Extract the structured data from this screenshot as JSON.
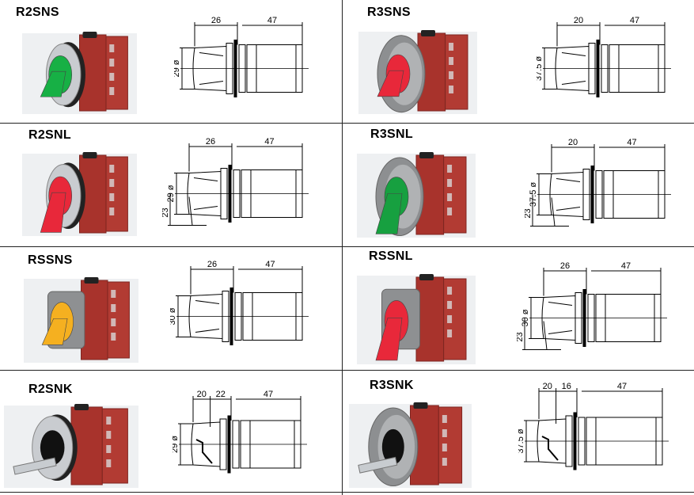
{
  "cells": [
    {
      "model": "R2SNS",
      "lever_color": "#17b045",
      "bezel": "chrome",
      "operator": "lever",
      "dims": {
        "a": "26",
        "b": "47",
        "diam": "29 ø"
      }
    },
    {
      "model": "R3SNS",
      "lever_color": "#e8283a",
      "bezel": "grey",
      "operator": "lever",
      "dims": {
        "a": "20",
        "b": "47",
        "diam": "37.5 ø"
      }
    },
    {
      "model": "R2SNL",
      "lever_color": "#e8283a",
      "bezel": "chrome",
      "operator": "long-lever",
      "dims": {
        "a": "26",
        "b": "47",
        "diam": "29 ø",
        "h": "23"
      }
    },
    {
      "model": "R3SNL",
      "lever_color": "#17a040",
      "bezel": "grey",
      "operator": "long-lever",
      "dims": {
        "a": "20",
        "b": "47",
        "diam": "37.5 ø",
        "h": "23"
      }
    },
    {
      "model": "RSSNS",
      "lever_color": "#f5b020",
      "bezel": "square-grey",
      "operator": "lever",
      "dims": {
        "a": "26",
        "b": "47",
        "diam": "30 ø"
      }
    },
    {
      "model": "RSSNL",
      "lever_color": "#e8283a",
      "bezel": "square-grey",
      "operator": "long-lever",
      "dims": {
        "a": "26",
        "b": "47",
        "diam": "30 ø",
        "h": "23"
      }
    },
    {
      "model": "R2SNK",
      "lever_color": "#111111",
      "bezel": "chrome",
      "operator": "key",
      "dims": {
        "a": "20",
        "a2": "22",
        "b": "47",
        "diam": "29 ø"
      }
    },
    {
      "model": "R3SNK",
      "lever_color": "#111111",
      "bezel": "grey",
      "operator": "key",
      "dims": {
        "a": "20",
        "a2": "16",
        "b": "47",
        "diam": "37.5 ø"
      }
    }
  ],
  "colors": {
    "body": "#a8332c",
    "body_dark": "#7e2520",
    "chrome": "#c9ccd0",
    "grey_bezel": "#8d8f91"
  }
}
